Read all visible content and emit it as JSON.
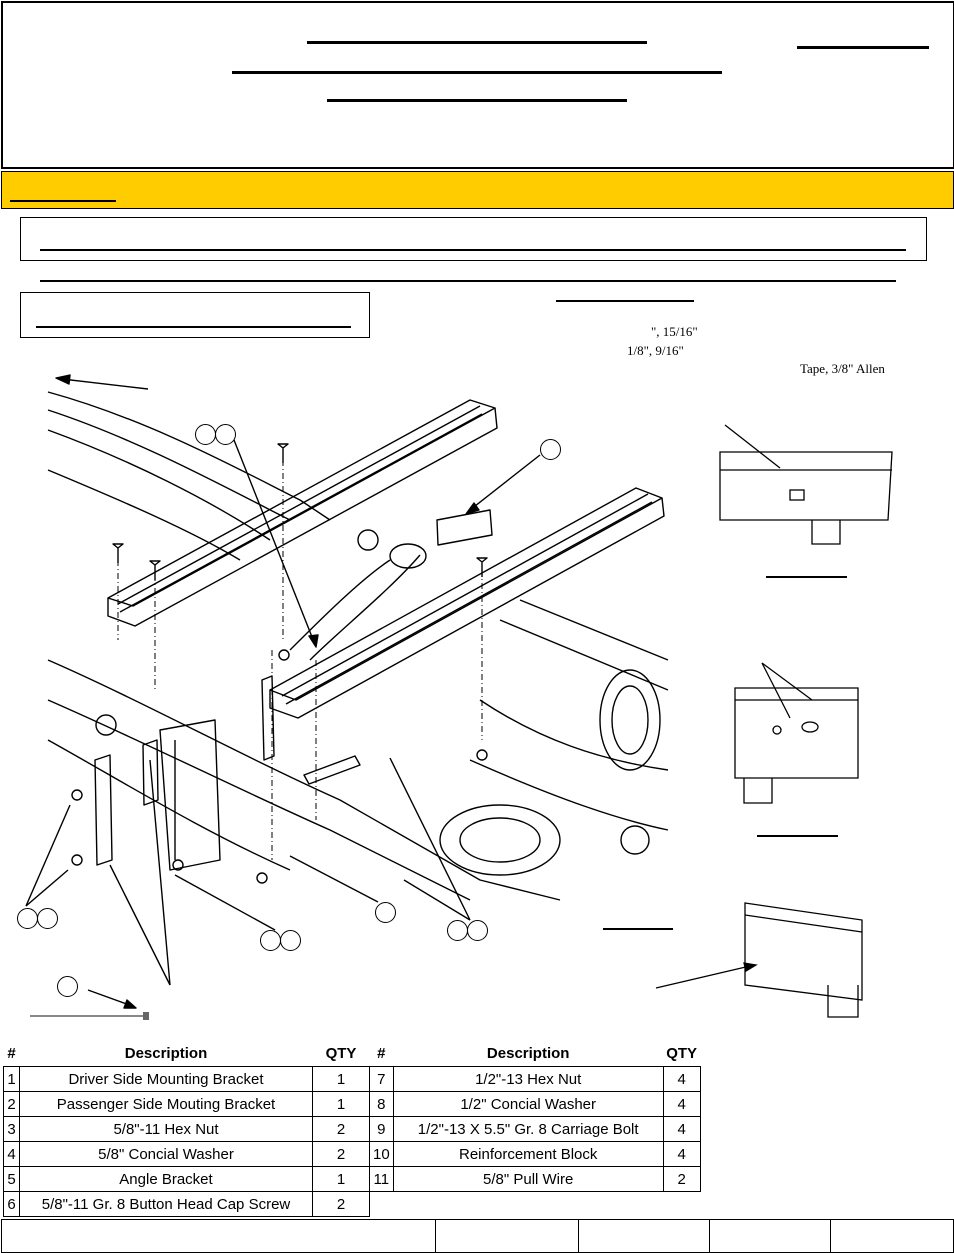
{
  "colors": {
    "band": "#ffcc00",
    "ink": "#000000"
  },
  "tools": {
    "line1": "\", 15/16\"",
    "line2": "1/8\", 9/16\"",
    "line3": "Tape, 3/8\" Allen"
  },
  "parts_table": {
    "headers": [
      "#",
      "Description",
      "QTY",
      "#",
      "Description",
      "QTY"
    ],
    "rows": [
      [
        "1",
        "Driver Side Mounting Bracket",
        "1",
        "7",
        "1/2\"-13 Hex Nut",
        "4"
      ],
      [
        "2",
        "Passenger Side Mouting Bracket",
        "1",
        "8",
        "1/2\" Concial Washer",
        "4"
      ],
      [
        "3",
        "5/8\"-11 Hex Nut",
        "2",
        "9",
        "1/2\"-13 X 5.5\" Gr. 8 Carriage Bolt",
        "4"
      ],
      [
        "4",
        "5/8\" Concial Washer",
        "2",
        "10",
        "Reinforcement Block",
        "4"
      ],
      [
        "5",
        "Angle Bracket",
        "1",
        "11",
        "5/8\" Pull Wire",
        "2"
      ],
      [
        "6",
        "5/8\"-11 Gr. 8 Button Head Cap Screw",
        "2",
        "",
        "",
        ""
      ]
    ]
  }
}
